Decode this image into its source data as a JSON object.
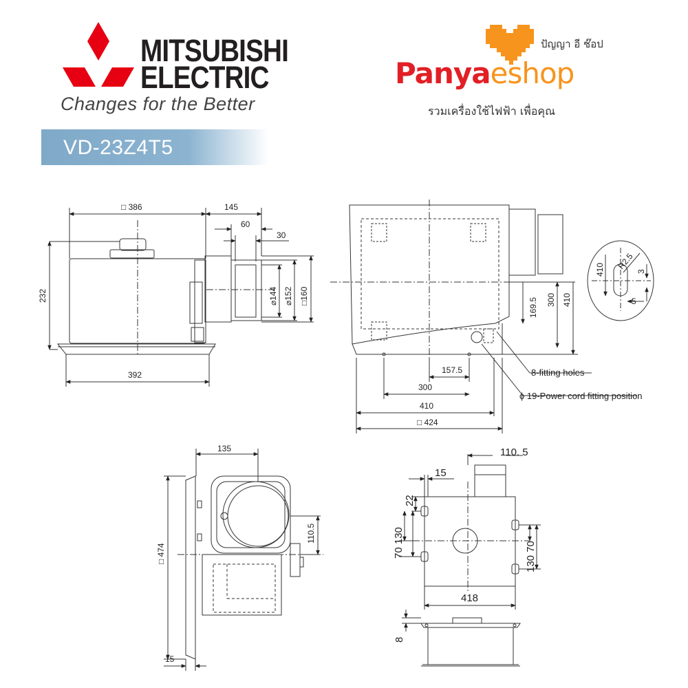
{
  "brand": {
    "name_line1": "MITSUBISHI",
    "name_line2": "ELECTRIC",
    "tagline": "Changes for the Better",
    "logo_color": "#e60012"
  },
  "model": "VD-23Z4T5",
  "shop": {
    "small_text": "ปัญญา อี ช๊อป",
    "name_part1": "Panya",
    "name_part2": "eshop",
    "slogan": "รวมเครื่องใช้ไฟฟ้า เพื่อคุณ",
    "heart_color": "#f7941d",
    "name_color": "#e21f26"
  },
  "dimensions": {
    "side_top_width": "□ 386",
    "side_flange_145": "145",
    "side_60": "60",
    "side_30": "30",
    "side_height_232": "232",
    "side_dia_144": "⌀144",
    "side_dia_152": "⌀152",
    "side_sq_160": "□160",
    "side_bottom_392": "392",
    "front_169_5": "169.5",
    "front_300_v": "300",
    "front_410_v": "410",
    "front_157_5": "157.5",
    "front_300_h": "300",
    "front_410_h": "410",
    "front_424": "□ 424",
    "detail_410": "410",
    "detail_r2_5": "R2.5",
    "detail_3": "3",
    "detail_5": "5",
    "callout_fitting_holes": "8-fitting holes",
    "callout_power_cord": "ϕ 19-Power cord fitting position",
    "end_135": "135",
    "end_110_5": "110.5",
    "end_474": "□ 474",
    "end_15": "15",
    "top_110_5": "110. 5",
    "top_15": "15",
    "top_22": "22",
    "top_70_130_left": "70  130",
    "top_130_70_right": "130  70",
    "top_418": "418",
    "bottom_8": "8"
  }
}
